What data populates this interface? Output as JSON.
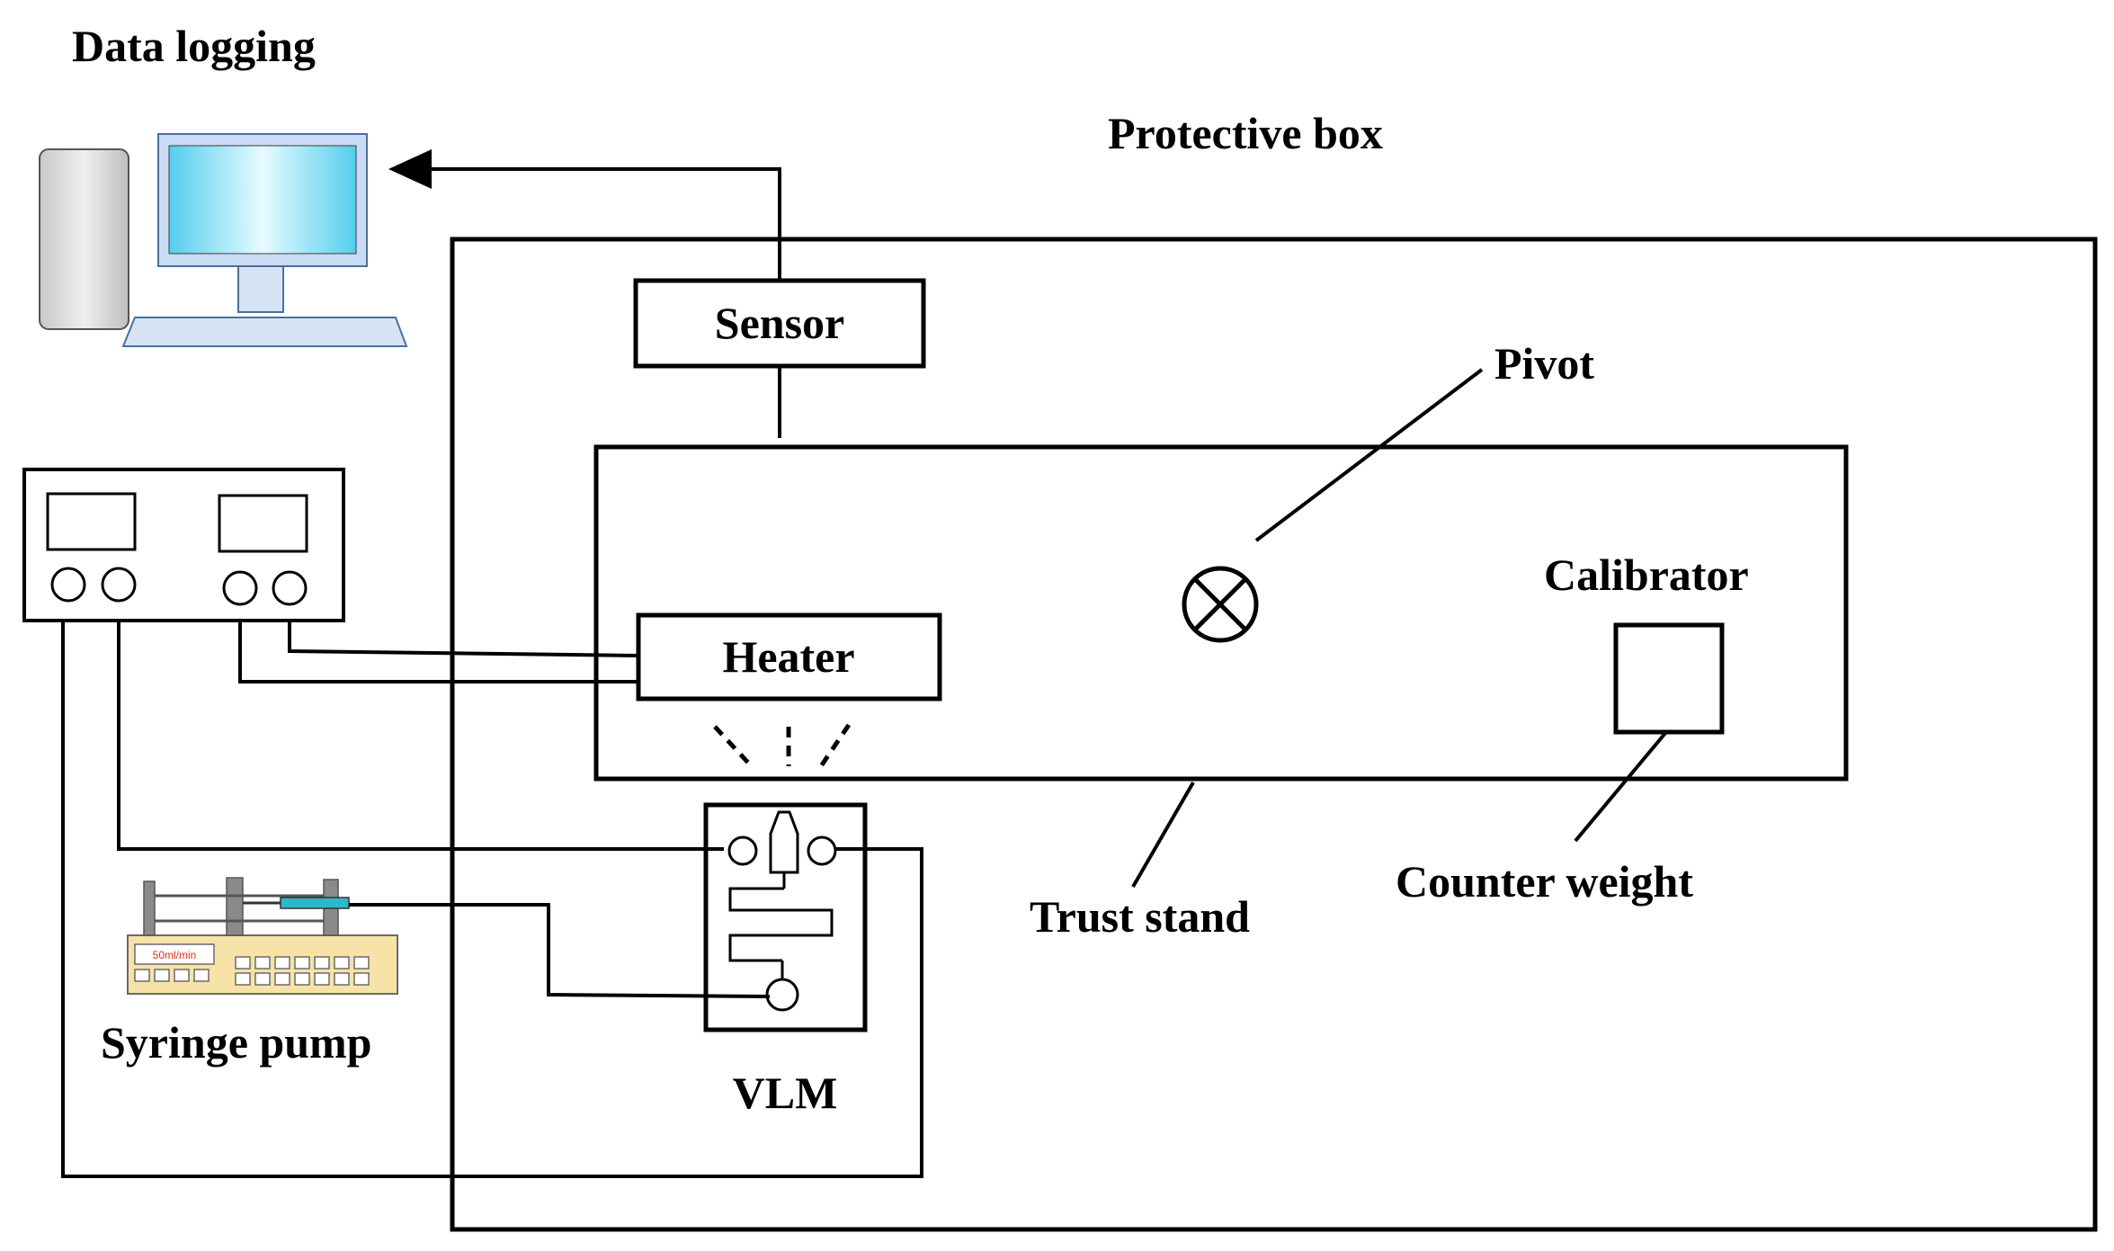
{
  "labels": {
    "data_logging": "Data logging",
    "protective_box": "Protective box",
    "sensor": "Sensor",
    "pivot": "Pivot",
    "calibrator": "Calibrator",
    "heater": "Heater",
    "trust_stand": "Trust stand",
    "counter_weight": "Counter weight",
    "syringe_pump": "Syringe pump",
    "vlm": "VLM",
    "pump_display": "50ml/min"
  },
  "icons": {
    "computer": "desktop-computer-icon",
    "power_supply": "power-supply-icon",
    "syringe_pump": "syringe-pump-icon",
    "pivot": "circled-x-icon",
    "vlm": "microfluidic-chip-icon"
  },
  "colors": {
    "line": "#000000",
    "monitor_screen": "#6fd9f5",
    "monitor_frame": "#c9dcf3",
    "computer_case": "#d9d9d9",
    "pump_body": "#f7e2a8",
    "pump_display_text": "#e03020",
    "syringe_liquid": "#2fb7c9"
  }
}
